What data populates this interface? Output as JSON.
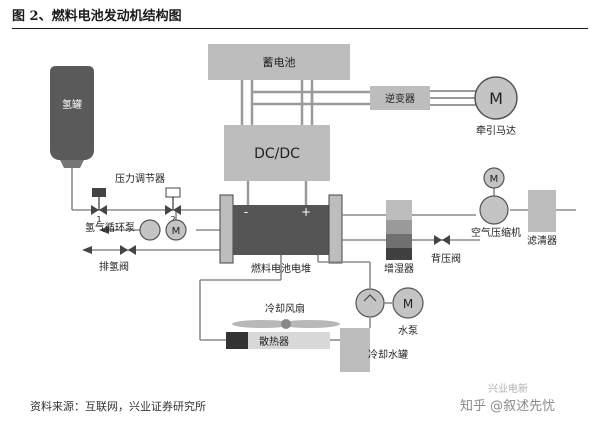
{
  "figure": {
    "title": "图 2、燃料电池发动机结构图",
    "source": "资料来源：互联网，兴业证券研究所"
  },
  "labels": {
    "hydrogen_tank": "氢罐",
    "battery": "蓄电池",
    "inverter": "逆变器",
    "traction_motor": "牵引马达",
    "dcdc": "DC/DC",
    "pressure_regulator": "压力调节器",
    "hydrogen_pump": "氢气循环泵",
    "purge_valve": "排氢阀",
    "stack": "燃料电池电堆",
    "humidifier": "增湿器",
    "back_pressure_valve": "背压阀",
    "air_compressor": "空气压缩机",
    "filter": "滤清器",
    "cooling_fan": "冷却风扇",
    "radiator": "散热器",
    "water_pump": "水泵",
    "coolant_tank": "冷却水罐",
    "motor_letter": "M",
    "minus": "-",
    "plus": "+",
    "valve_1": "1",
    "valve_2": "2"
  },
  "watermark": {
    "text": "知乎 @叙述先忧",
    "text2": "兴业电新"
  },
  "colors": {
    "box_gray": "#b8b8b8",
    "line_gray": "#8c8c8c",
    "stack_fill": "#555555",
    "dark": "#333333"
  }
}
